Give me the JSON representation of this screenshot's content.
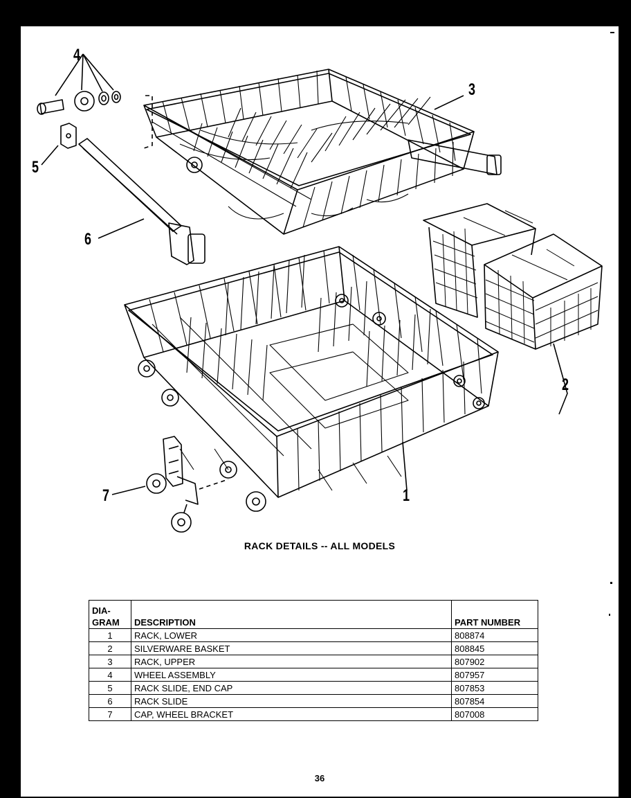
{
  "callouts": [
    "1",
    "2",
    "3",
    "4",
    "5",
    "6",
    "7"
  ],
  "caption": "RACK DETAILS -- ALL MODELS",
  "table": {
    "headers": {
      "diagram": "DIA-\nGRAM",
      "description": "DESCRIPTION",
      "part_number": "PART NUMBER"
    },
    "rows": [
      {
        "diagram": "1",
        "description": "RACK, LOWER",
        "part_number": "808874"
      },
      {
        "diagram": "2",
        "description": "SILVERWARE BASKET",
        "part_number": "808845"
      },
      {
        "diagram": "3",
        "description": "RACK, UPPER",
        "part_number": "807902"
      },
      {
        "diagram": "4",
        "description": "WHEEL ASSEMBLY",
        "part_number": "807957"
      },
      {
        "diagram": "5",
        "description": "RACK SLIDE, END CAP",
        "part_number": "807853"
      },
      {
        "diagram": "6",
        "description": "RACK SLIDE",
        "part_number": "807854"
      },
      {
        "diagram": "7",
        "description": "CAP, WHEEL BRACKET",
        "part_number": "807008"
      }
    ]
  },
  "page_number": "36"
}
